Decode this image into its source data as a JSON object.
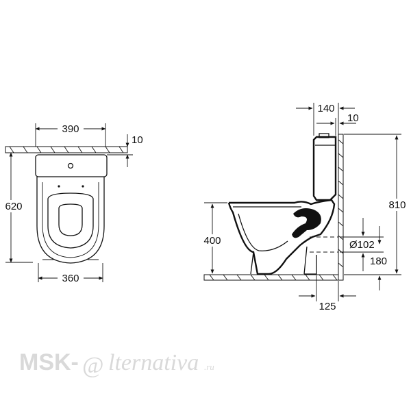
{
  "dimensions": {
    "top_width": "390",
    "top_gap": "10",
    "top_depth": "620",
    "top_base": "360",
    "side_tank": "140",
    "side_gap": "10",
    "side_height": "810",
    "side_seat": "400",
    "side_pipe": "Ø102",
    "side_outlet": "180",
    "side_offset": "125"
  },
  "watermark": {
    "brand_left": "MSK-",
    "brand_at": "@",
    "brand_right": "lternativa",
    "brand_suffix": ".ru"
  }
}
